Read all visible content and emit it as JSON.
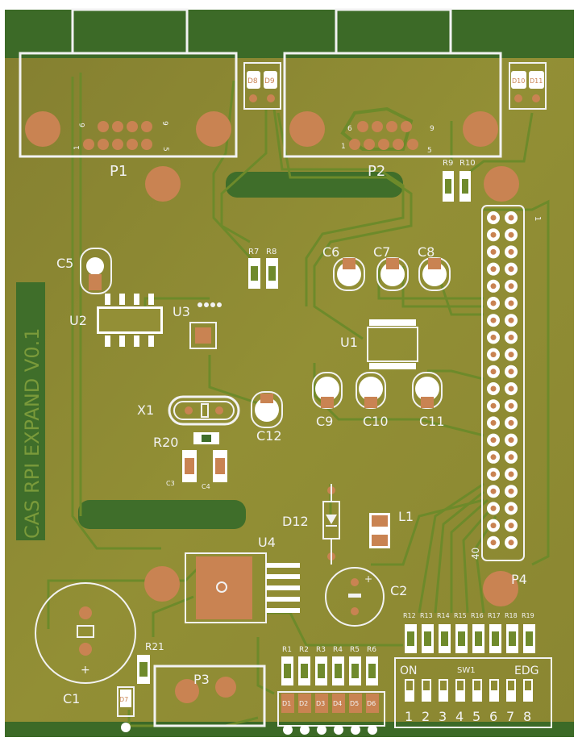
{
  "board": {
    "title": "CAS RPI EXPAND V0.1",
    "colors": {
      "copper_dark": "#3f6e2a",
      "board": "#8f8c33",
      "silk": "#f2f2f2",
      "pad": "#c98352",
      "mask_trace": "#6f8a2c"
    }
  },
  "connectors": {
    "p1": {
      "ref": "P1",
      "pin6": "6",
      "pin9": "9",
      "pin1": "1",
      "pin5": "5"
    },
    "p2": {
      "ref": "P2",
      "pin6": "6",
      "pin9": "9",
      "pin1": "1",
      "pin5": "5"
    },
    "p3": {
      "ref": "P3"
    },
    "p4": {
      "ref": "P4",
      "pin1": "1",
      "pin40": "40"
    }
  },
  "components": {
    "u1": "U1",
    "u2": "U2",
    "u3": "U3",
    "u4": "U4",
    "x1": "X1",
    "c1": "C1",
    "c2": "C2",
    "c3": "C3",
    "c4": "C4",
    "c5": "C5",
    "c6": "C6",
    "c7": "C7",
    "c8": "C8",
    "c9": "C9",
    "c10": "C10",
    "c11": "C11",
    "c12": "C12",
    "l1": "L1",
    "d7": "D7",
    "d8": "D8",
    "d9": "D9",
    "d10": "D10",
    "d11": "D11",
    "d12": "D12",
    "r7": "R7",
    "r8": "R8",
    "r9": "R9",
    "r10": "R10",
    "r20": "R20",
    "r21": "R21",
    "plus_c1": "+",
    "plus_c2": "+"
  },
  "resistor_row_top": [
    "R12",
    "R13",
    "R14",
    "R15",
    "R16",
    "R17",
    "R18",
    "R19"
  ],
  "resistor_row_bottom": [
    "R1",
    "R2",
    "R3",
    "R4",
    "R5",
    "R6"
  ],
  "led_row": [
    "D1",
    "D2",
    "D3",
    "D4",
    "D5",
    "D6"
  ],
  "switch": {
    "ref": "SW1",
    "on_label": "ON",
    "edge_label": "EDG",
    "positions": [
      "1",
      "2",
      "3",
      "4",
      "5",
      "6",
      "7",
      "8"
    ]
  }
}
